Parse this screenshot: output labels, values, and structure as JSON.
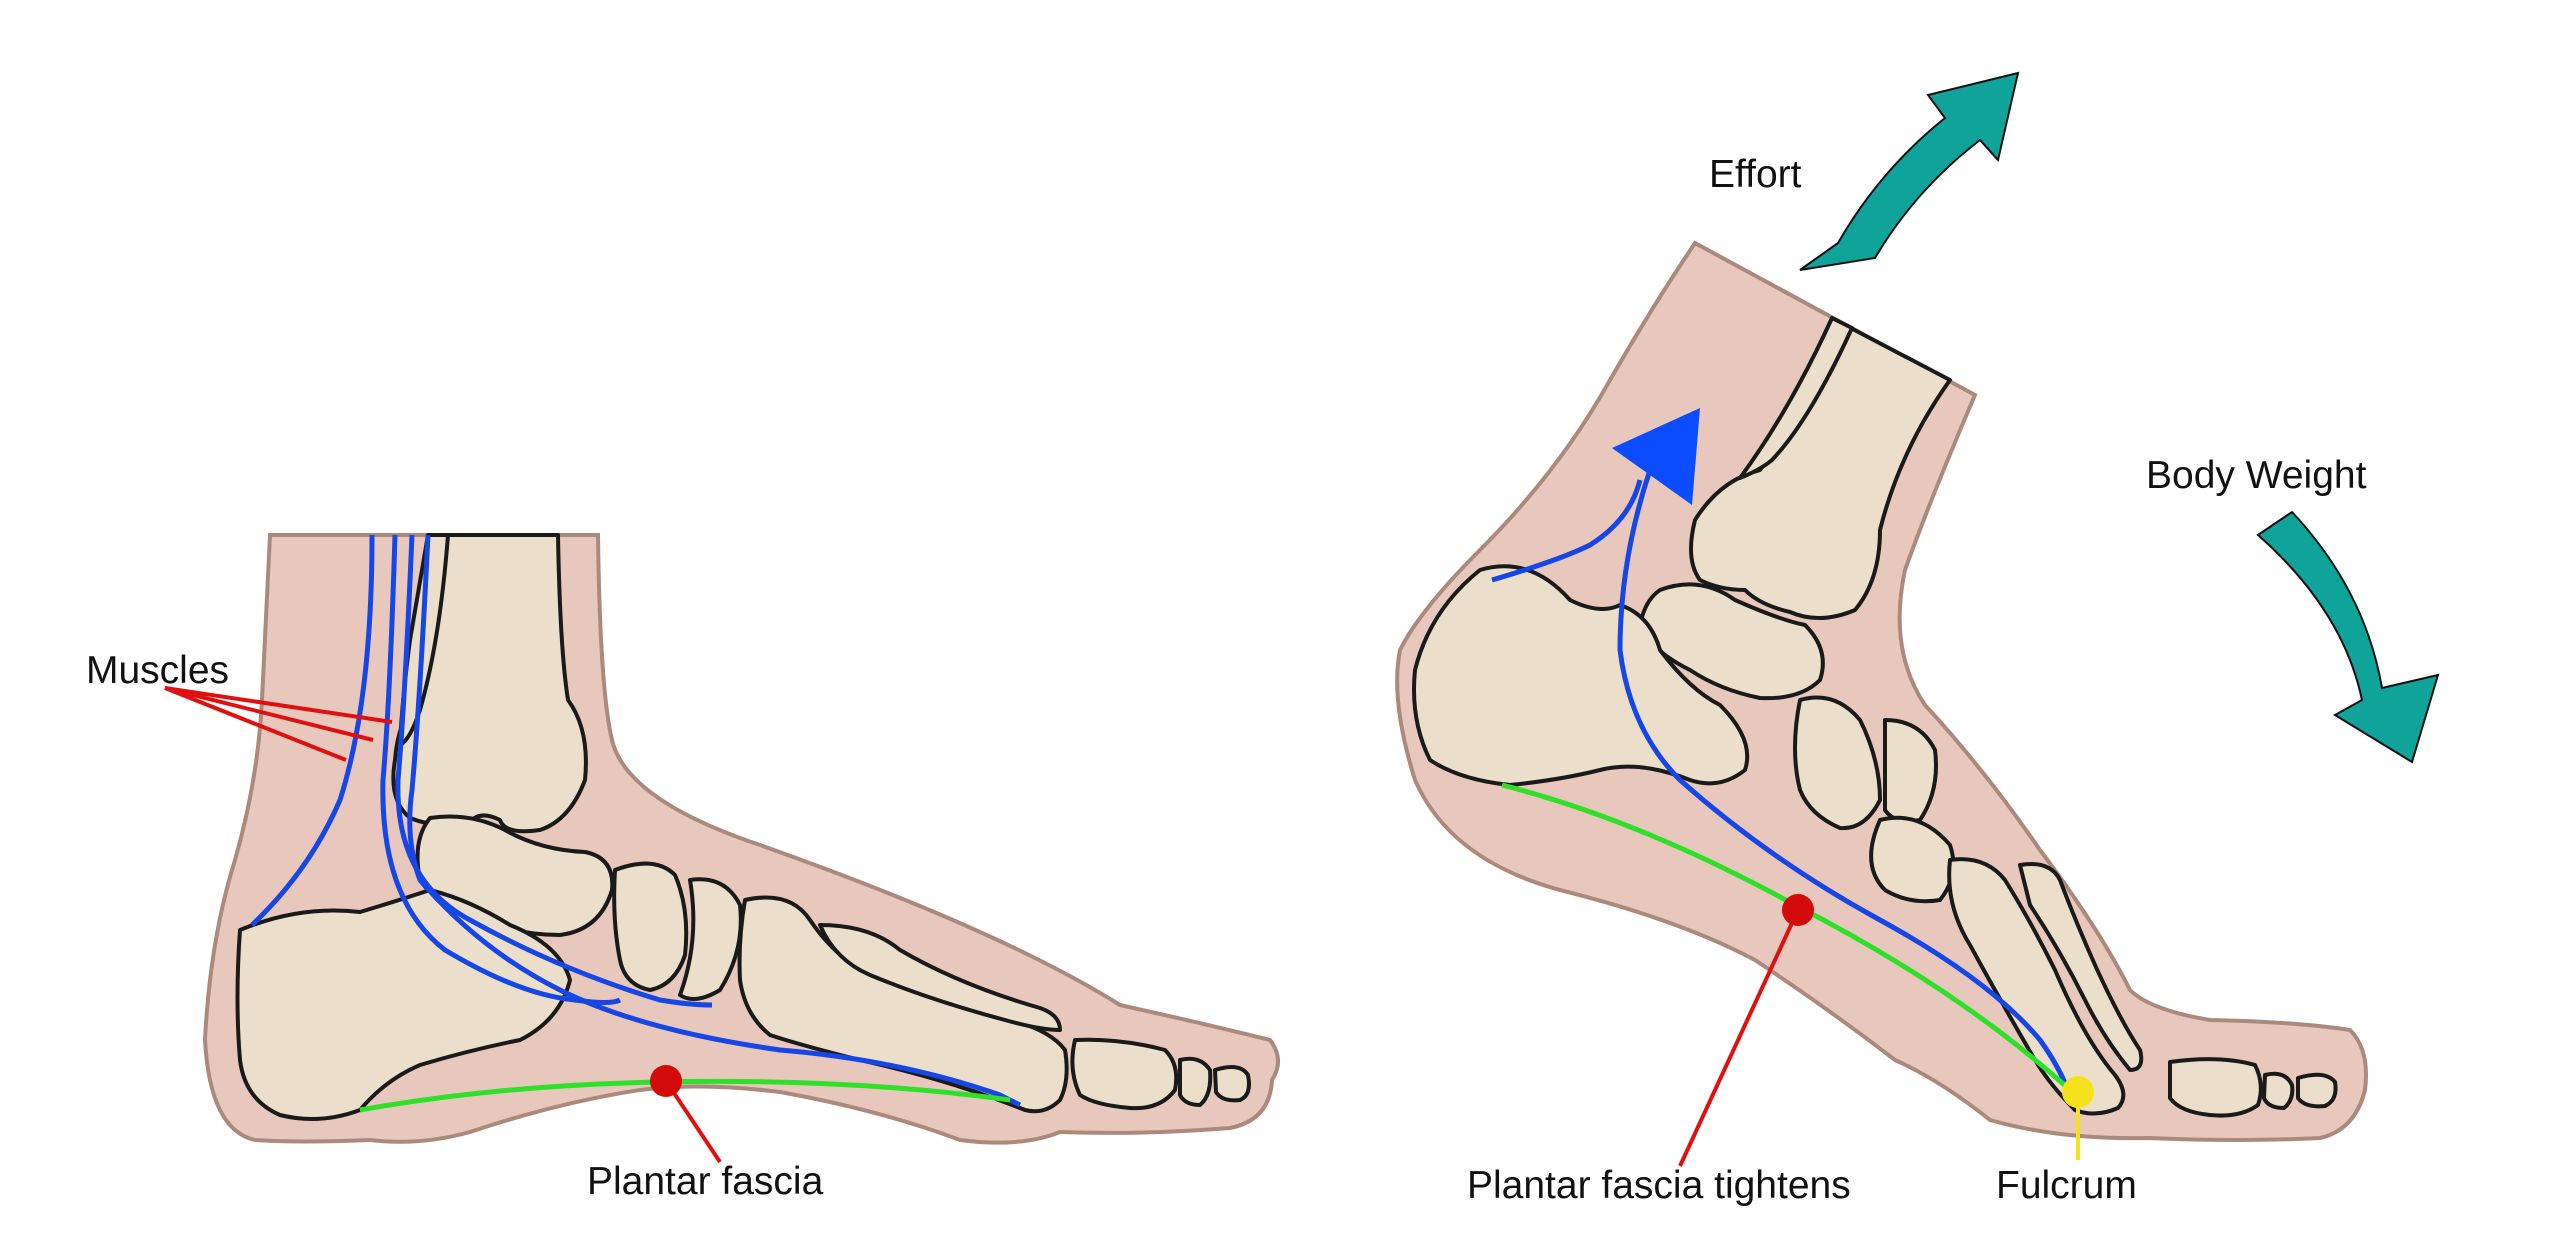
{
  "labels": {
    "muscles": "Muscles",
    "plantar_fascia": "Plantar fascia",
    "effort": "Effort",
    "body_weight": "Body Weight",
    "plantar_fascia_tightens": "Plantar fascia tightens",
    "fulcrum": "Fulcrum"
  },
  "colors": {
    "skin": "#e8c8bc",
    "skin_outline": "#a98a7c",
    "bone": "#ebdfcc",
    "bone_shade": "#d8c6a6",
    "bone_outline": "#1a1a1a",
    "muscle": "#1646e6",
    "fascia": "#2ee02a",
    "leader": "#e01010",
    "point_red": "#d40b0b",
    "point_yellow": "#f6e21c",
    "arrow_teal": "#0fa39a",
    "arrow_blue": "#0b4cff"
  }
}
